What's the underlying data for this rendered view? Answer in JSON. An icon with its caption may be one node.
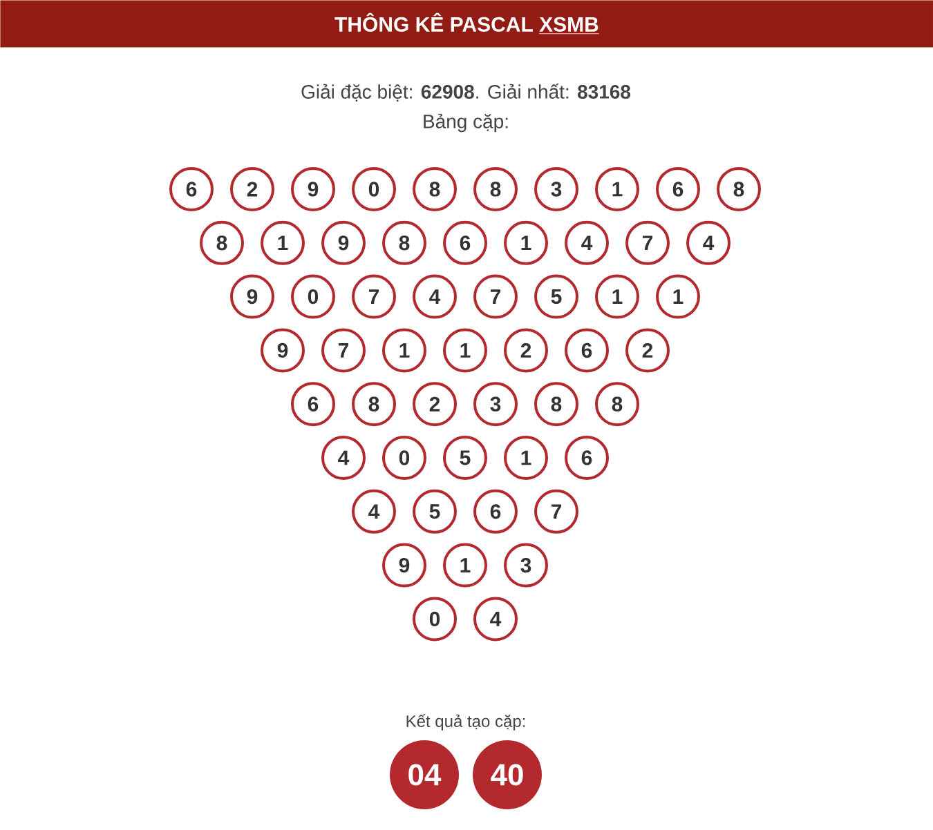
{
  "diagram": {
    "nodes": [
      {
        "text": [
          "THÔNG KÊ PASCAL",
          "XSMB"
        ]
      },
      {
        "text": [
          "6"
        ]
      },
      {
        "text": [
          "2"
        ]
      },
      {
        "text": [
          "9"
        ]
      },
      {
        "text": [
          "0"
        ]
      },
      {
        "text": [
          "8"
        ]
      },
      {
        "text": [
          "8"
        ]
      },
      {
        "text": [
          "3"
        ]
      },
      {
        "text": [
          "1"
        ]
      },
      {
        "text": [
          "6"
        ]
      },
      {
        "text": [
          "8"
        ]
      },
      {
        "text": [
          "8"
        ]
      },
      {
        "text": [
          "1"
        ]
      },
      {
        "text": [
          "9"
        ]
      },
      {
        "text": [
          "8"
        ]
      },
      {
        "text": [
          "6"
        ]
      },
      {
        "text": [
          "1"
        ]
      },
      {
        "text": [
          "4"
        ]
      },
      {
        "text": [
          "7"
        ]
      },
      {
        "text": [
          "4"
        ]
      },
      {
        "text": [
          "9"
        ]
      },
      {
        "text": [
          "0"
        ]
      },
      {
        "text": [
          "7"
        ]
      },
      {
        "text": [
          "4"
        ]
      },
      {
        "text": [
          "7"
        ]
      },
      {
        "text": [
          "5"
        ]
      },
      {
        "text": [
          "1"
        ]
      },
      {
        "text": [
          "1"
        ]
      },
      {
        "text": [
          "9"
        ]
      },
      {
        "text": [
          "7"
        ]
      },
      {
        "text": [
          "1"
        ]
      },
      {
        "text": [
          "1"
        ]
      },
      {
        "text": [
          "2"
        ]
      },
      {
        "text": [
          "6"
        ]
      },
      {
        "text": [
          "2"
        ]
      },
      {
        "text": [
          "6"
        ]
      },
      {
        "text": [
          "8"
        ]
      },
      {
        "text": [
          "2"
        ]
      },
      {
        "text": [
          "3"
        ]
      },
      {
        "text": [
          "8"
        ]
      },
      {
        "text": [
          "8"
        ]
      },
      {
        "text": [
          "4"
        ]
      },
      {
        "text": [
          "0"
        ]
      },
      {
        "text": [
          "5"
        ]
      },
      {
        "text": [
          "1"
        ]
      },
      {
        "text": [
          "6"
        ]
      },
      {
        "text": [
          "4"
        ]
      },
      {
        "text": [
          "5"
        ]
      },
      {
        "text": [
          "6"
        ]
      },
      {
        "text": [
          "7"
        ]
      },
      {
        "text": [
          "9"
        ]
      },
      {
        "text": [
          "1"
        ]
      },
      {
        "text": [
          "3"
        ]
      },
      {
        "text": [
          "0"
        ]
      },
      {
        "text": [
          "4"
        ]
      },
      {
        "text": [
          "04"
        ]
      },
      {
        "text": [
          "40"
        ]
      }
    ],
    "labels": [
      "Giải đặc biệt: **62908**. Giải nhất: **83168**",
      "Bảng cặp:",
      "Kết quả tạo cặp:"
    ]
  }
}
